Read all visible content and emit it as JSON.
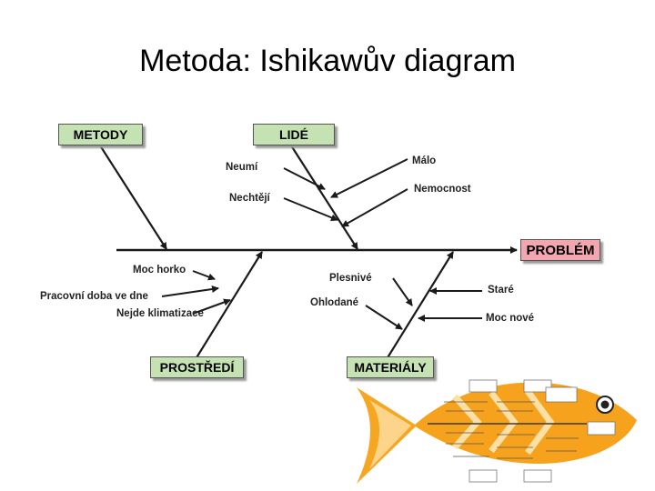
{
  "title": "Metoda: Ishikawův diagram",
  "problem": "PROBLÉM",
  "categories": {
    "metody": "METODY",
    "lide": "LIDÉ",
    "prostredi": "PROSTŘEDÍ",
    "materialy": "MATERIÁLY"
  },
  "causes": {
    "neumi": "Neumí",
    "nechteji": "Nechtějí",
    "malo": "Málo",
    "nemocnost": "Nemocnost",
    "moc_horko": "Moc horko",
    "pracovni_doba": "Pracovní doba ve dne",
    "nejde_klimatizace": "Nejde klimatizace",
    "plesnive": "Plesnivé",
    "ohlodane": "Ohlodané",
    "stare": "Staré",
    "moc_nove": "Moc nové"
  },
  "colors": {
    "category_box": "#c5e2b3",
    "problem_box": "#f4a6b0",
    "fish_body": "#f6a21c",
    "lines": "#1a1a1a"
  }
}
